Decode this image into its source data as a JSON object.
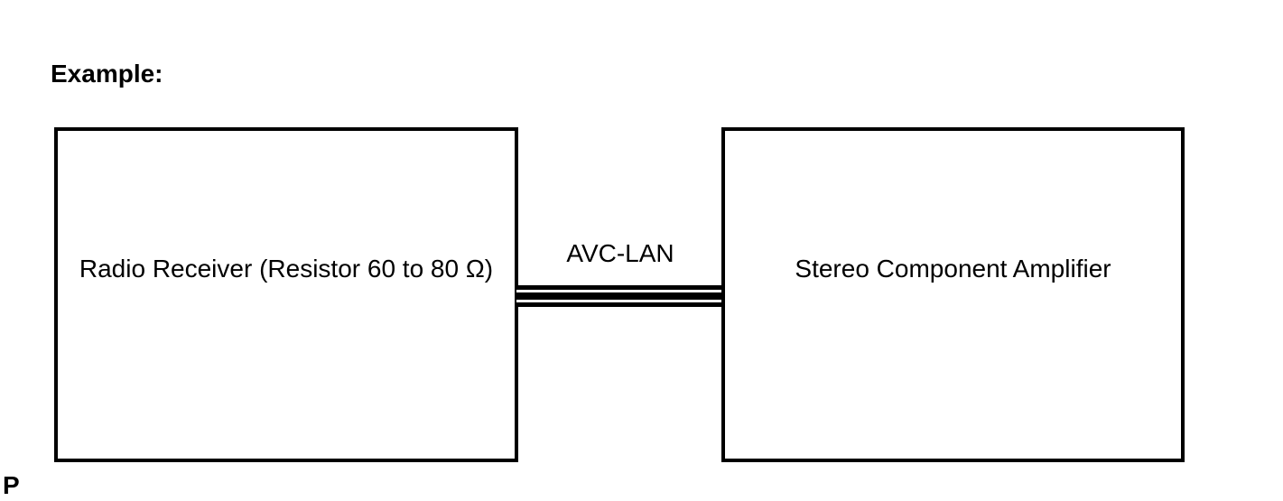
{
  "page": {
    "background_color": "#ffffff",
    "ink_color": "#000000"
  },
  "heading": {
    "label": "Example:"
  },
  "diagram": {
    "type": "block-connection",
    "left_box": {
      "label": "Radio Receiver (Resistor 60 to 80 Ω)"
    },
    "right_box": {
      "label": "Stereo Component Amplifier"
    },
    "connection": {
      "label": "AVC-LAN",
      "style": "triple-parallel-lines"
    }
  },
  "footer": {
    "partial_text": "P"
  }
}
